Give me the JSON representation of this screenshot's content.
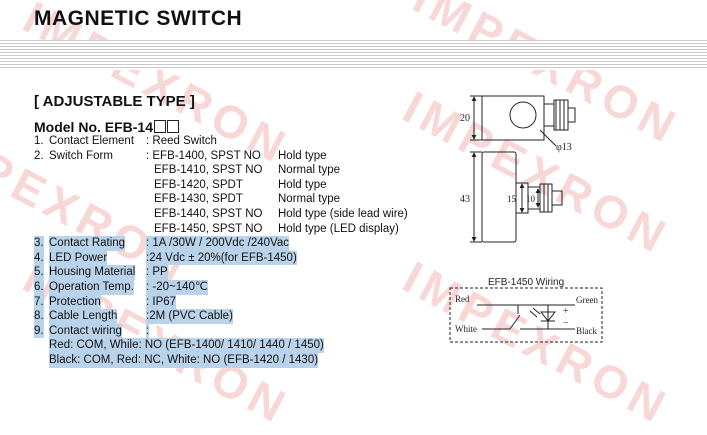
{
  "title": "MAGNETIC SWITCH",
  "section_heading": "[ ADJUSTABLE  TYPE ]",
  "model_label": "Model No.  EFB-14",
  "specs": {
    "contact_element": {
      "num": "1.",
      "label": "Contact Element",
      "value": ": Reed Switch"
    },
    "switch_form": {
      "num": "2.",
      "label": "Switch Form",
      "models": [
        {
          "model": ": EFB-1400, SPST NO",
          "desc": "Hold type"
        },
        {
          "model": "EFB-1410, SPST NO",
          "desc": "Normal type"
        },
        {
          "model": "EFB-1420, SPDT",
          "desc": "Hold type"
        },
        {
          "model": "EFB-1430, SPDT",
          "desc": "Normal type"
        },
        {
          "model": "EFB-1440, SPST NO",
          "desc": "Hold type (side lead wire)"
        },
        {
          "model": "EFB-1450, SPST NO",
          "desc": "Hold type (LED display)"
        }
      ]
    },
    "contact_rating": {
      "num": "3.",
      "label": "Contact Rating",
      "value": ": 1A /30W / 200Vdc /240Vac"
    },
    "led_power": {
      "num": "4.",
      "label": "LED Power",
      "value": ":24 Vdc ± 20%(for EFB-1450)"
    },
    "housing_material": {
      "num": "5.",
      "label": "Housing Material",
      "value": ": PP"
    },
    "operation_temp": {
      "num": "6.",
      "label": "Operation Temp.",
      "value": ": -20~140℃"
    },
    "protection": {
      "num": "7.",
      "label": "Protection",
      "value": ": IP67"
    },
    "cable_length": {
      "num": "8.",
      "label": "Cable Length",
      "value": ":2M (PVC Cable)"
    },
    "contact_wiring": {
      "num": "9.",
      "label": "Contact wiring",
      "value": ":",
      "line1": "Red: COM, While: NO  (EFB-1400/ 1410/ 1440 / 1450)",
      "line2": "Black: COM, Red: NC, White: NO (EFB-1420 / 1430)"
    }
  },
  "drawing": {
    "dim_20": "20",
    "dim_phi13": "φ13",
    "dim_43": "43",
    "dim_15": "15",
    "dim_10": "10"
  },
  "wiring": {
    "title": "EFB-1450 Wiring",
    "red": "Red",
    "white": "White",
    "green": "Green",
    "black": "Black",
    "plus": "+",
    "minus": "−"
  },
  "watermark": "IMPEXRON",
  "colors": {
    "highlight": "#b9d3ea",
    "watermark": "#ec9696"
  }
}
